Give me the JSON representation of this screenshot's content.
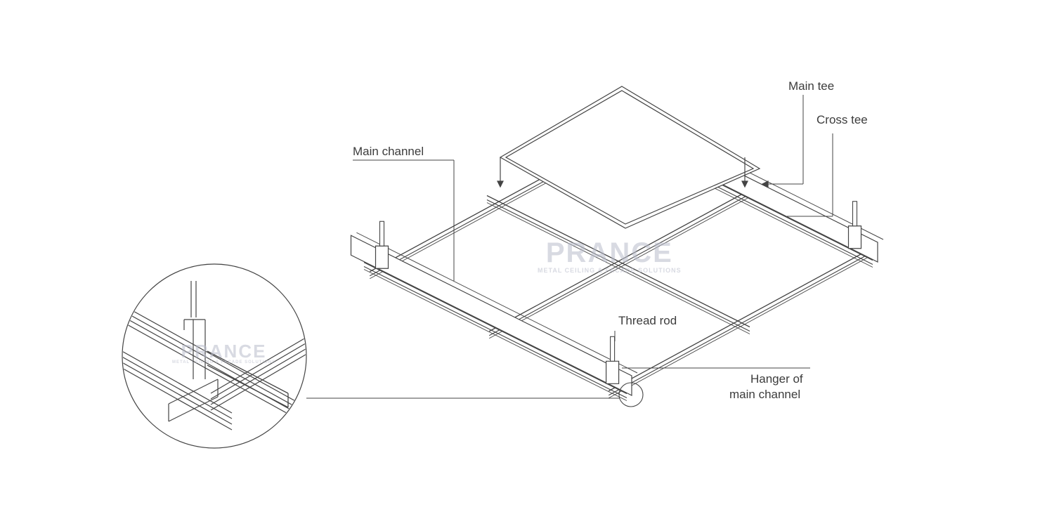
{
  "labels": {
    "main_tee": "Main tee",
    "cross_tee": "Cross tee",
    "main_channel": "Main channel",
    "thread_rod": "Thread rod",
    "hanger_line1": "Hanger of",
    "hanger_line2": "main channel"
  },
  "watermark": {
    "brand": "PRANCE",
    "tagline": "METAL CEILING & FACADE SOLUTIONS"
  },
  "colors": {
    "line": "#444444",
    "watermark": "#b9bccb"
  }
}
